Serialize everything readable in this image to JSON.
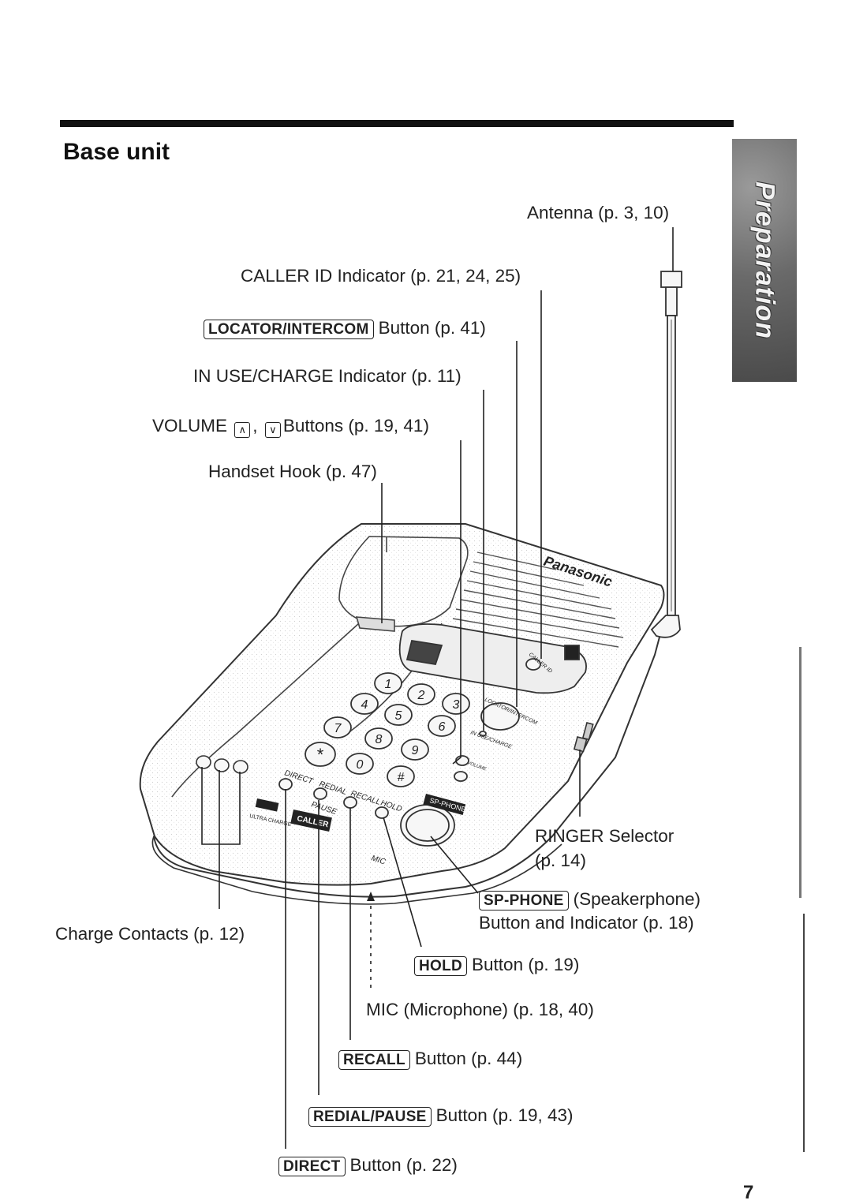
{
  "section_tab": "Preparation",
  "heading": "Base unit",
  "labels": {
    "antenna": "Antenna (p. 3, 10)",
    "caller_id_indicator": "CALLER ID Indicator (p. 21, 24, 25)",
    "locator_key": "LOCATOR/INTERCOM",
    "locator_text": "Button (p. 41)",
    "in_use": "IN USE/CHARGE Indicator (p. 11)",
    "volume_prefix": "VOLUME",
    "volume_up_glyph": "∧",
    "volume_sep": ",",
    "volume_down_glyph": "∨",
    "volume_suffix": "Buttons (p. 19, 41)",
    "handset_hook": "Handset Hook (p. 47)",
    "ringer_line1": "RINGER Selector",
    "ringer_line2": "(p. 14)",
    "spphone_key": "SP-PHONE",
    "spphone_text": "(Speakerphone)",
    "spphone_line2": "Button and Indicator (p. 18)",
    "charge_contacts": "Charge Contacts (p. 12)",
    "hold_key": "HOLD",
    "hold_text": "Button (p. 19)",
    "mic": "MIC (Microphone) (p. 18, 40)",
    "recall_key": "RECALL",
    "recall_text": "Button (p. 44)",
    "redial_key": "REDIAL/PAUSE",
    "redial_text": "Button (p. 19, 43)",
    "direct_key": "DIRECT",
    "direct_text": "Button (p. 22)"
  },
  "device": {
    "brand": "Panasonic",
    "keypad": [
      "1",
      "2",
      "3",
      "4",
      "5",
      "6",
      "7",
      "8",
      "9",
      "*",
      "0",
      "#"
    ],
    "button_labels": [
      "DIRECT",
      "REDIAL",
      "RECALL",
      "HOLD"
    ],
    "sub_labels": [
      "PAUSE",
      "MIC"
    ],
    "panel_labels": [
      "SP-PHONE",
      "CALLER ID",
      "ULTRA CHARGE",
      "CALLER ID",
      "LOCATOR/INTERCOM",
      "IN USE/CHARGE",
      "VOLUME"
    ]
  },
  "page_number": "7"
}
